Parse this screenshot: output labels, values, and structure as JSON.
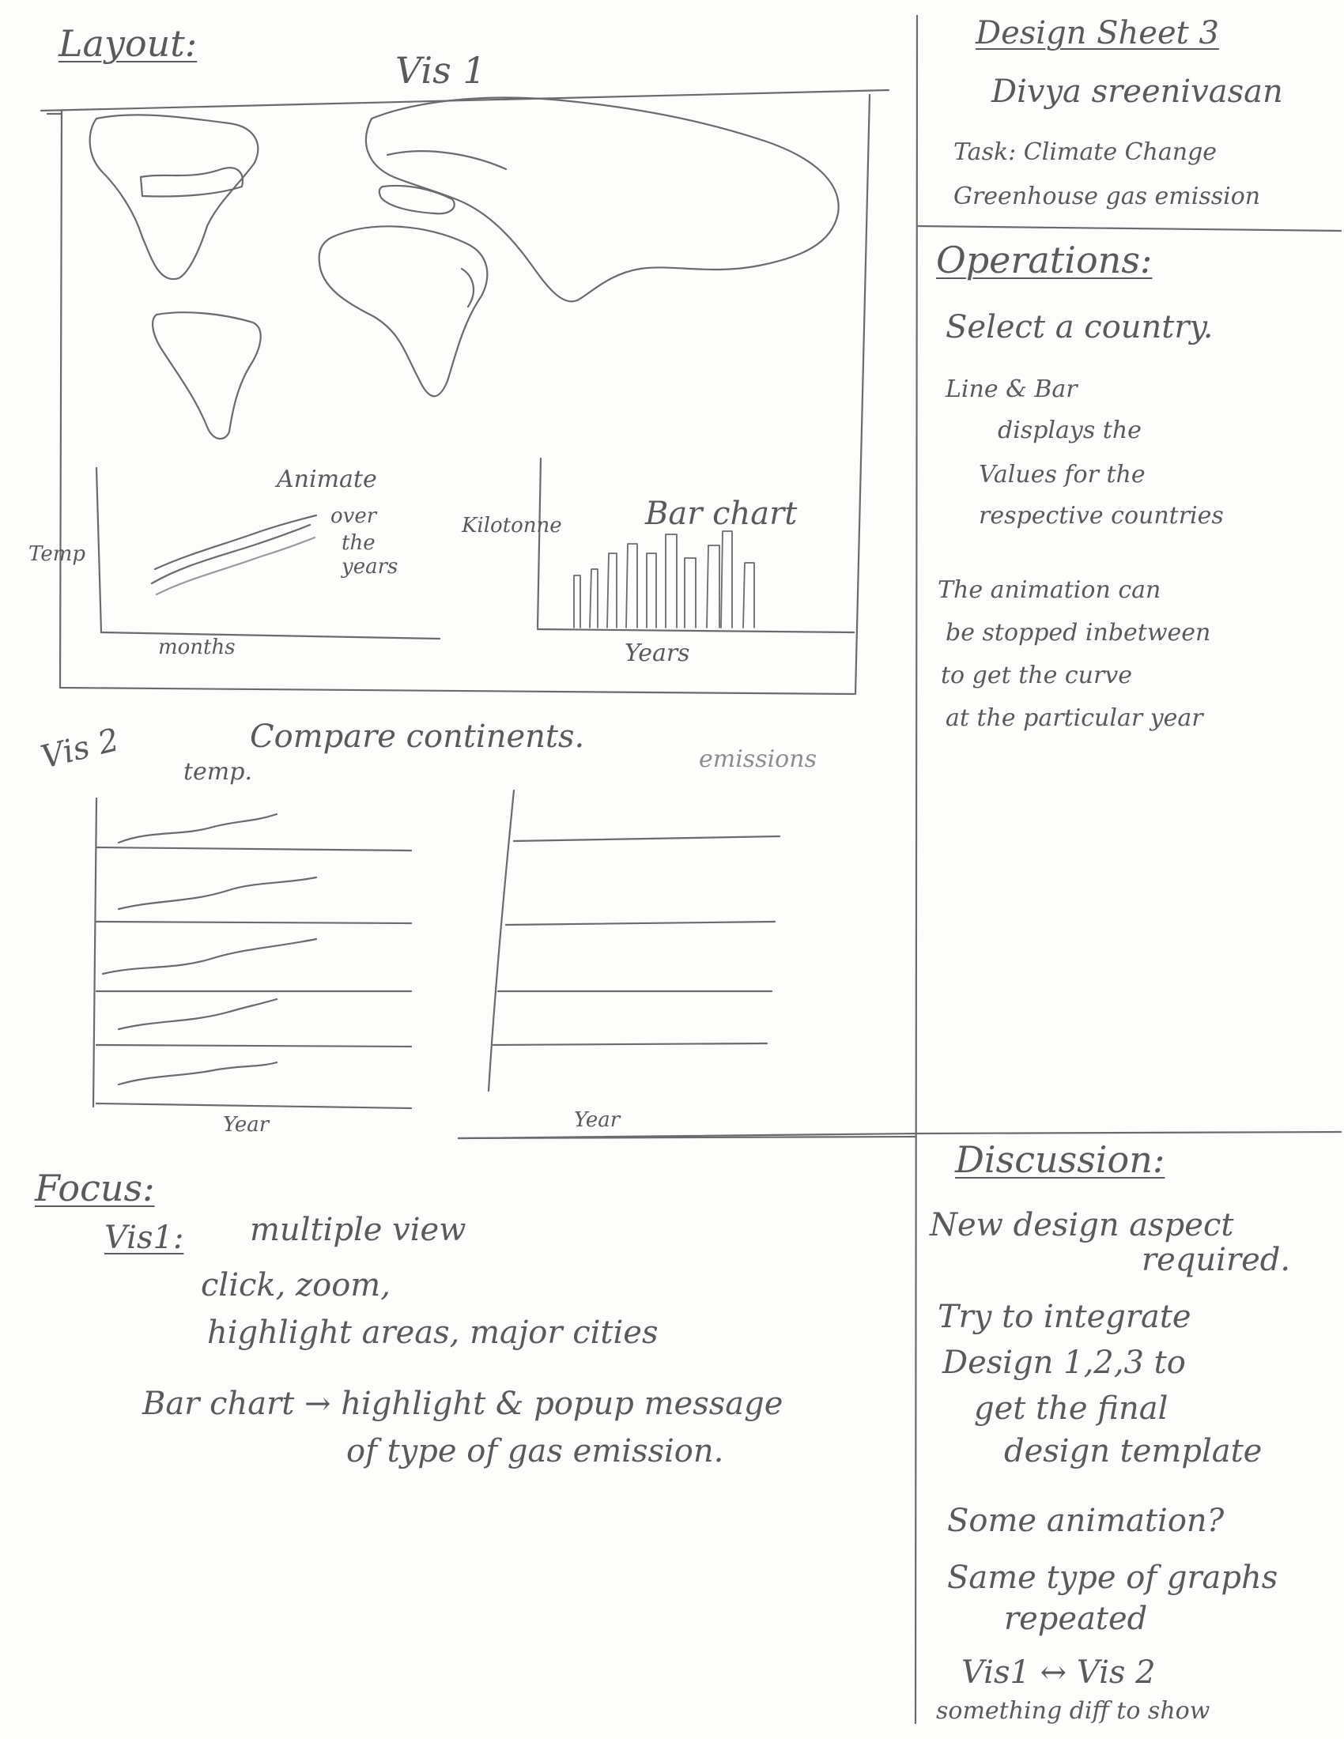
{
  "header": {
    "layout_label": "Layout:",
    "vis1_title": "Vis 1"
  },
  "sheet_info": {
    "title": "Design Sheet 3",
    "author": "Divya sreenivasan",
    "task_line1": "Task: Climate Change",
    "task_line2": "Greenhouse gas emission"
  },
  "vis1": {
    "line_chart": {
      "ylabel": "Temp",
      "xlabel": "months",
      "note_line1": "Animate",
      "note_line2": "over",
      "note_line3": "the",
      "note_line4": "years"
    },
    "bar_chart": {
      "ylabel": "Kilotonne",
      "title": "Bar chart",
      "xlabel": "Years"
    }
  },
  "vis2": {
    "label": "Vis 2",
    "title": "Compare continents.",
    "left_label": "temp.",
    "right_label": "emissions",
    "left_xlabel": "Year",
    "right_xlabel": "Year"
  },
  "operations": {
    "heading": "Operations:",
    "items": [
      "Select a country.",
      "Line & Bar",
      "displays the",
      "Values for the",
      "respective countries"
    ],
    "note_lines": [
      "The animation can",
      "be stopped inbetween",
      "to get the curve",
      "at the particular year"
    ]
  },
  "focus": {
    "heading": "Focus:",
    "vis1_label": "Vis1:",
    "lines": [
      "multiple view",
      "click, zoom,",
      "highlight areas, major cities"
    ],
    "bar_line1": "Bar chart → highlight & popup message",
    "bar_line2": "of type of gas emission."
  },
  "discussion": {
    "heading": "Discussion:",
    "lines": [
      "New design aspect",
      "required.",
      "Try to integrate",
      "Design 1,2,3 to",
      "get the final",
      "design template",
      "Some animation?",
      "Same type of graphs",
      "repeated",
      "Vis1 ↔ Vis 2",
      "something diff to show"
    ]
  },
  "colors": {
    "pencil": "#6b6b6b",
    "paper": "#fdfdfc"
  }
}
